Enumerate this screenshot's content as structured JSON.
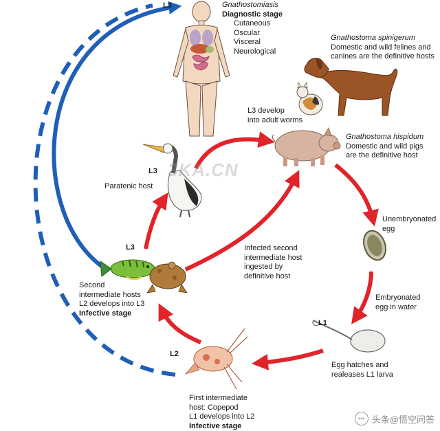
{
  "human": {
    "title": "Gnathostomiasis",
    "subtitle": "Diagnostic stage",
    "items": [
      "Cutaneous",
      "Oscular",
      "Visceral",
      "Neurological"
    ]
  },
  "stages": {
    "top": "L3",
    "pelican": "L3",
    "fish": "L3",
    "copepod": "L2",
    "egg": "L1"
  },
  "dog_host": {
    "species": "Gnathostoma spinigerum",
    "line1": "Domestic and wild felines and",
    "line2": "canines are the definitive hosts"
  },
  "pig_host": {
    "species": "Gnathostoma hispidum",
    "line1": "Domestic and wild pigs",
    "line2": "are the definitive host"
  },
  "adult_worms": {
    "line1": "L3 develop",
    "line2": "into adult worms"
  },
  "unembryonated": {
    "line1": "Unembryonated",
    "line2": "egg"
  },
  "embryonated": {
    "line1": "Embryonated",
    "line2": "egg in water"
  },
  "hatch": {
    "line1": "Egg hatches and",
    "line2": "realeases L1 larva"
  },
  "first_host": {
    "line1": "First intermediate",
    "line2": "host: Copepod",
    "line3": "L1 develops into L2",
    "line4": "Infective stage"
  },
  "second_host": {
    "line1": "Second",
    "line2": "intermediate hosts",
    "line3": "L2 develops into L3",
    "line4": "Infective stage"
  },
  "paratenic": {
    "label": "Paratenic host"
  },
  "ingested": {
    "line1": "Infected second",
    "line2": "intermediate host",
    "line3": "ingested by",
    "line4": "definitive host"
  },
  "watermark": "3KA.CN",
  "signature": "头条@悟空问答",
  "colors": {
    "red_arrow": "#e0242a",
    "blue_arrow": "#1f5fb8"
  }
}
